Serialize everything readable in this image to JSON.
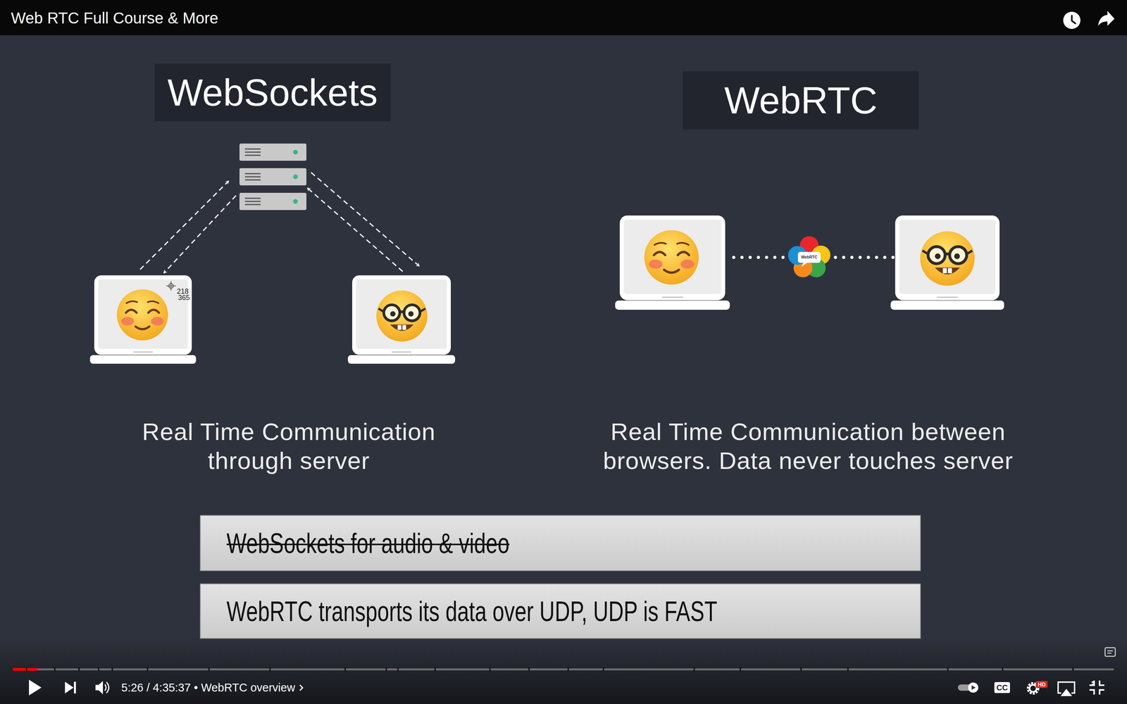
{
  "diagram": {
    "title": "Web RTC Full Course & More",
    "nodes": [
      {
        "text": [
          "WebSockets"
        ]
      },
      {
        "text": [
          "WebRTC"
        ]
      },
      {
        "text": [
          "WebSockets for audio & video"
        ]
      },
      {
        "text": [
          "WebRTC transports its data over UDP, UDP is FAST"
        ]
      }
    ],
    "labels": [
      "218",
      "365",
      "WebRTC",
      "Real Time Communication through server",
      "Real Time Communication between browsers. Data never touches server",
      "5:26 / 4:35:37 • WebRTC overview",
      "CC",
      "HD"
    ]
  }
}
